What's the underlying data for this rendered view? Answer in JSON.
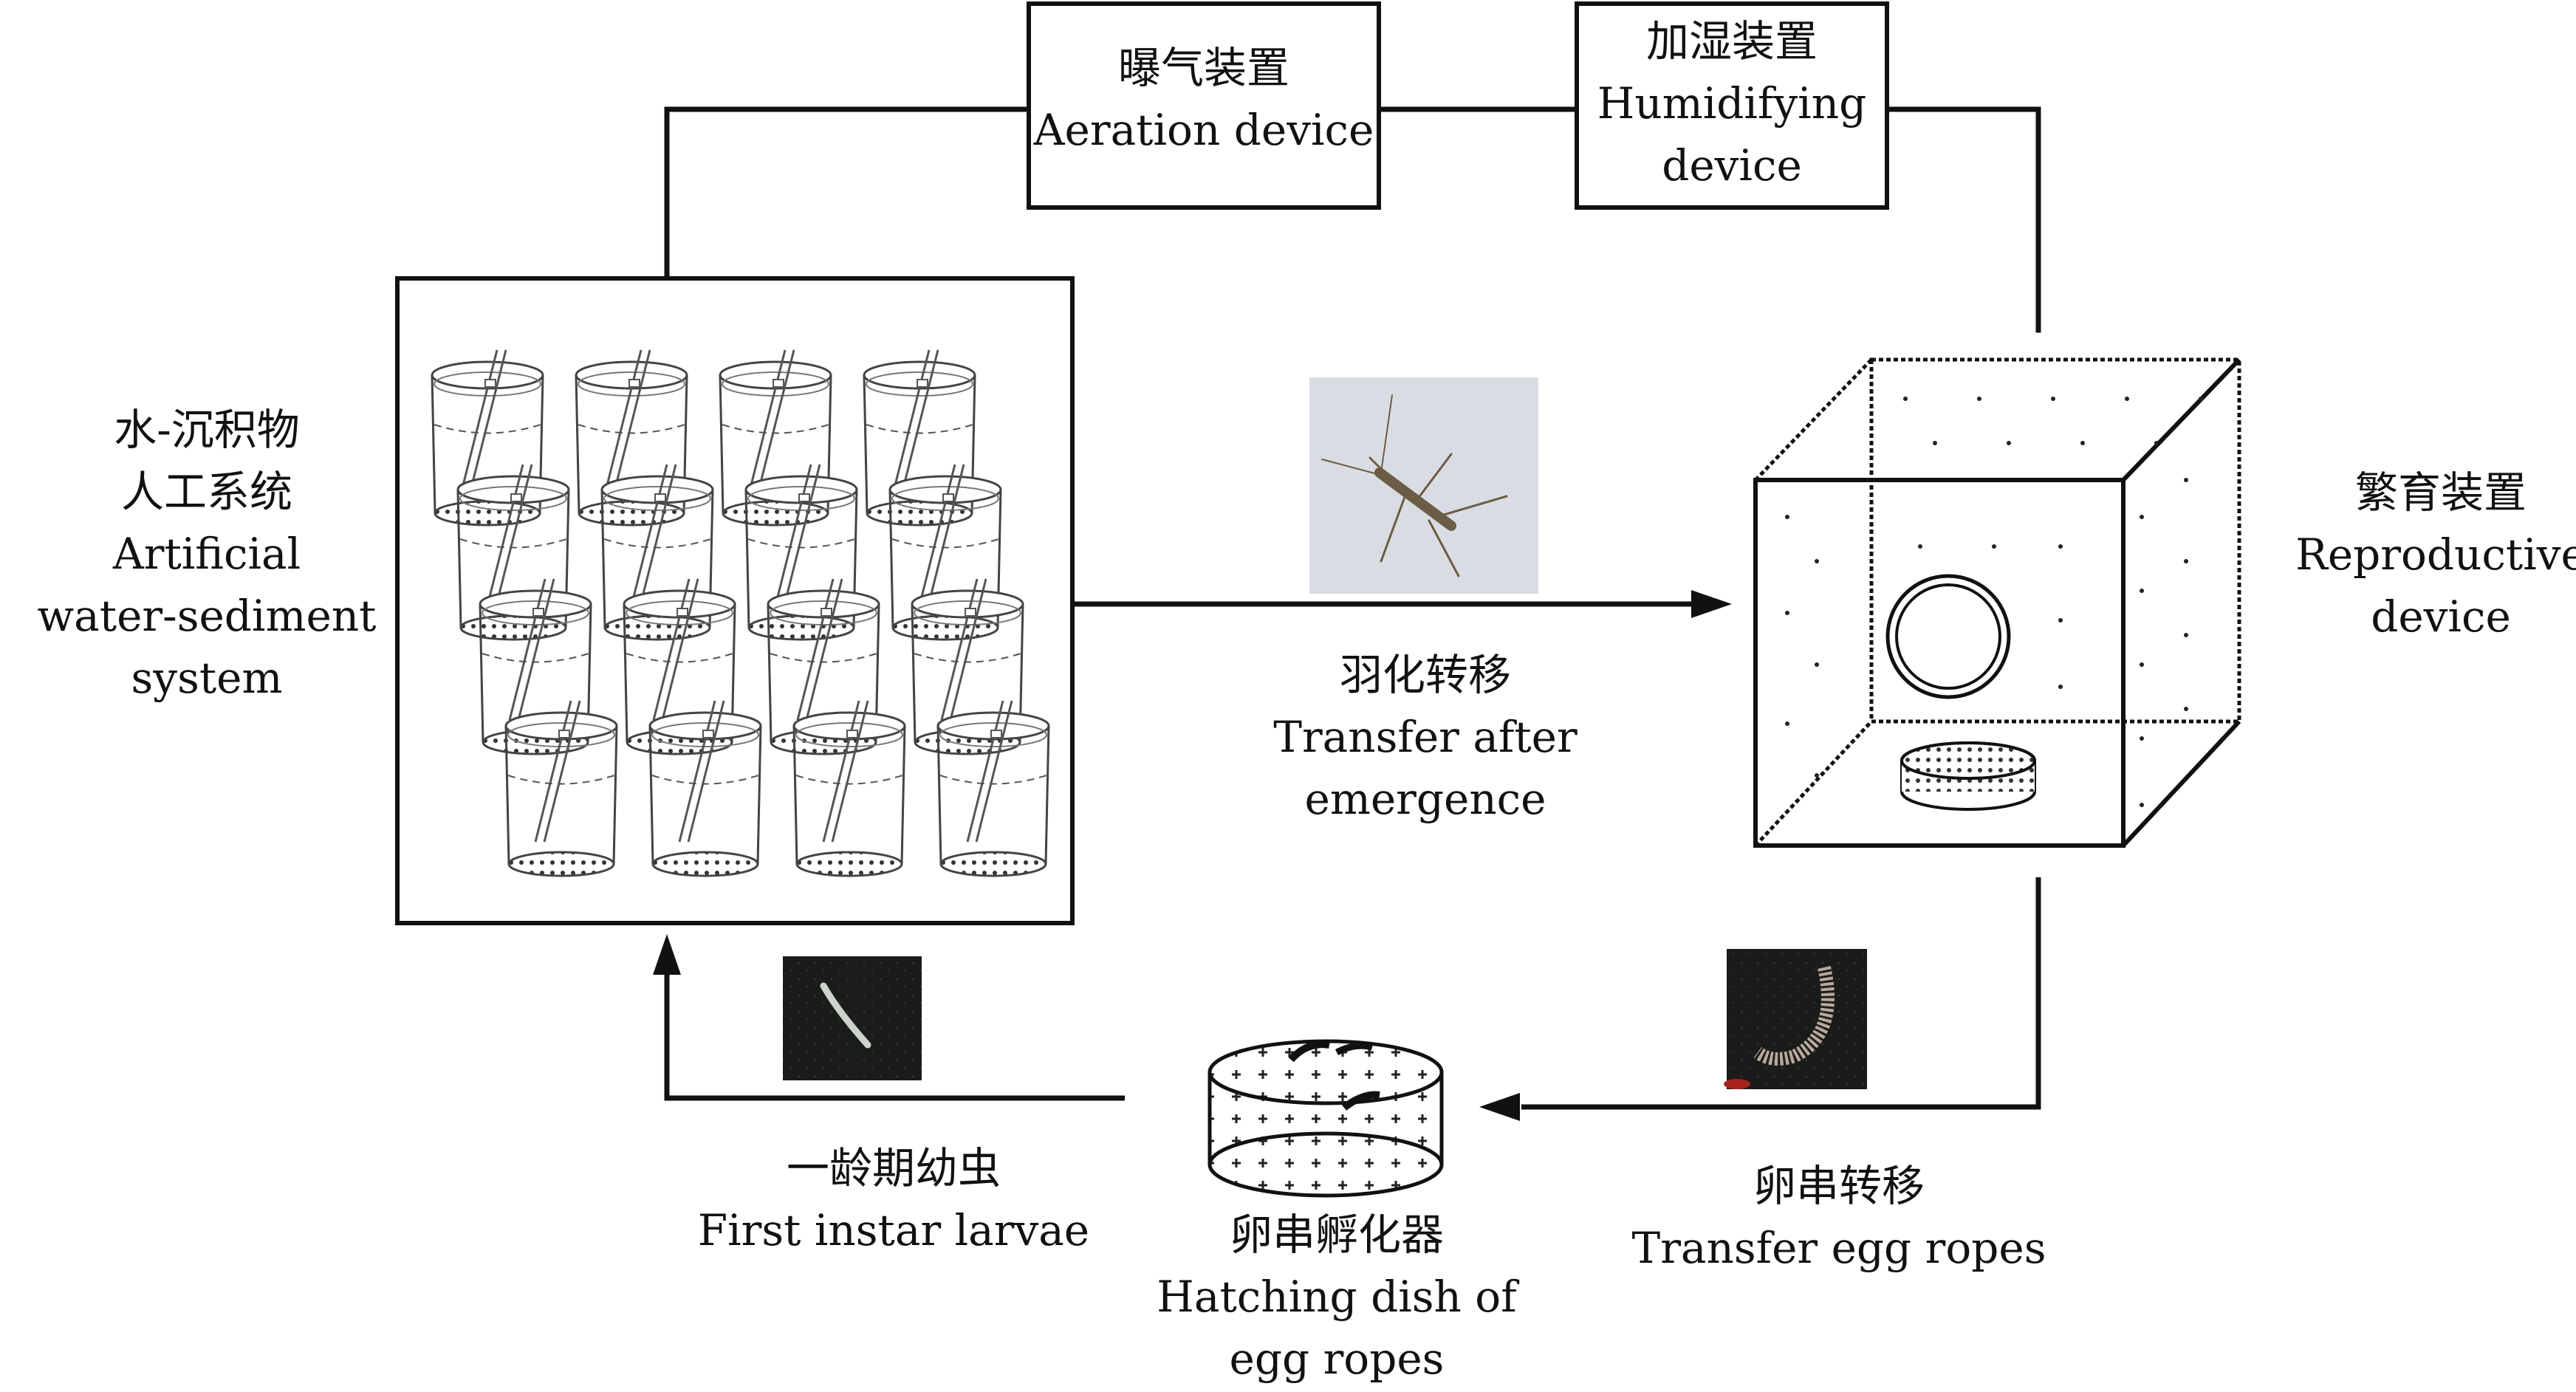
{
  "nodes": {
    "aeration": {
      "zh": "曝气装置",
      "en": "Aeration device"
    },
    "humidifying": {
      "zh": "加湿装置",
      "en1": "Humidifying",
      "en2": "device"
    },
    "water_system": {
      "zh1": "水-沉积物",
      "zh2": "人工系统",
      "en1": "Artificial",
      "en2": "water-sediment",
      "en3": "system"
    },
    "reproductive": {
      "zh": "繁育装置",
      "en1": "Reproductive",
      "en2": "device"
    },
    "hatching": {
      "zh": "卵串孵化器",
      "en1": "Hatching dish of",
      "en2": "egg ropes"
    }
  },
  "edges": {
    "emergence": {
      "zh": "羽化转移",
      "en1": "Transfer after",
      "en2": "emergence"
    },
    "egg_ropes": {
      "zh": "卵串转移",
      "en": "Transfer egg ropes"
    },
    "larvae": {
      "zh": "一龄期幼虫",
      "en": "First instar larvae"
    }
  },
  "photos": {
    "midge": "adult-midge-photo",
    "egg_rope": "egg-rope-photo",
    "larva": "larva-photo"
  },
  "colors": {
    "line": "#111111",
    "photo_bg_light": "#d9dde3",
    "photo_bg_dark": "#1a1c1a"
  }
}
